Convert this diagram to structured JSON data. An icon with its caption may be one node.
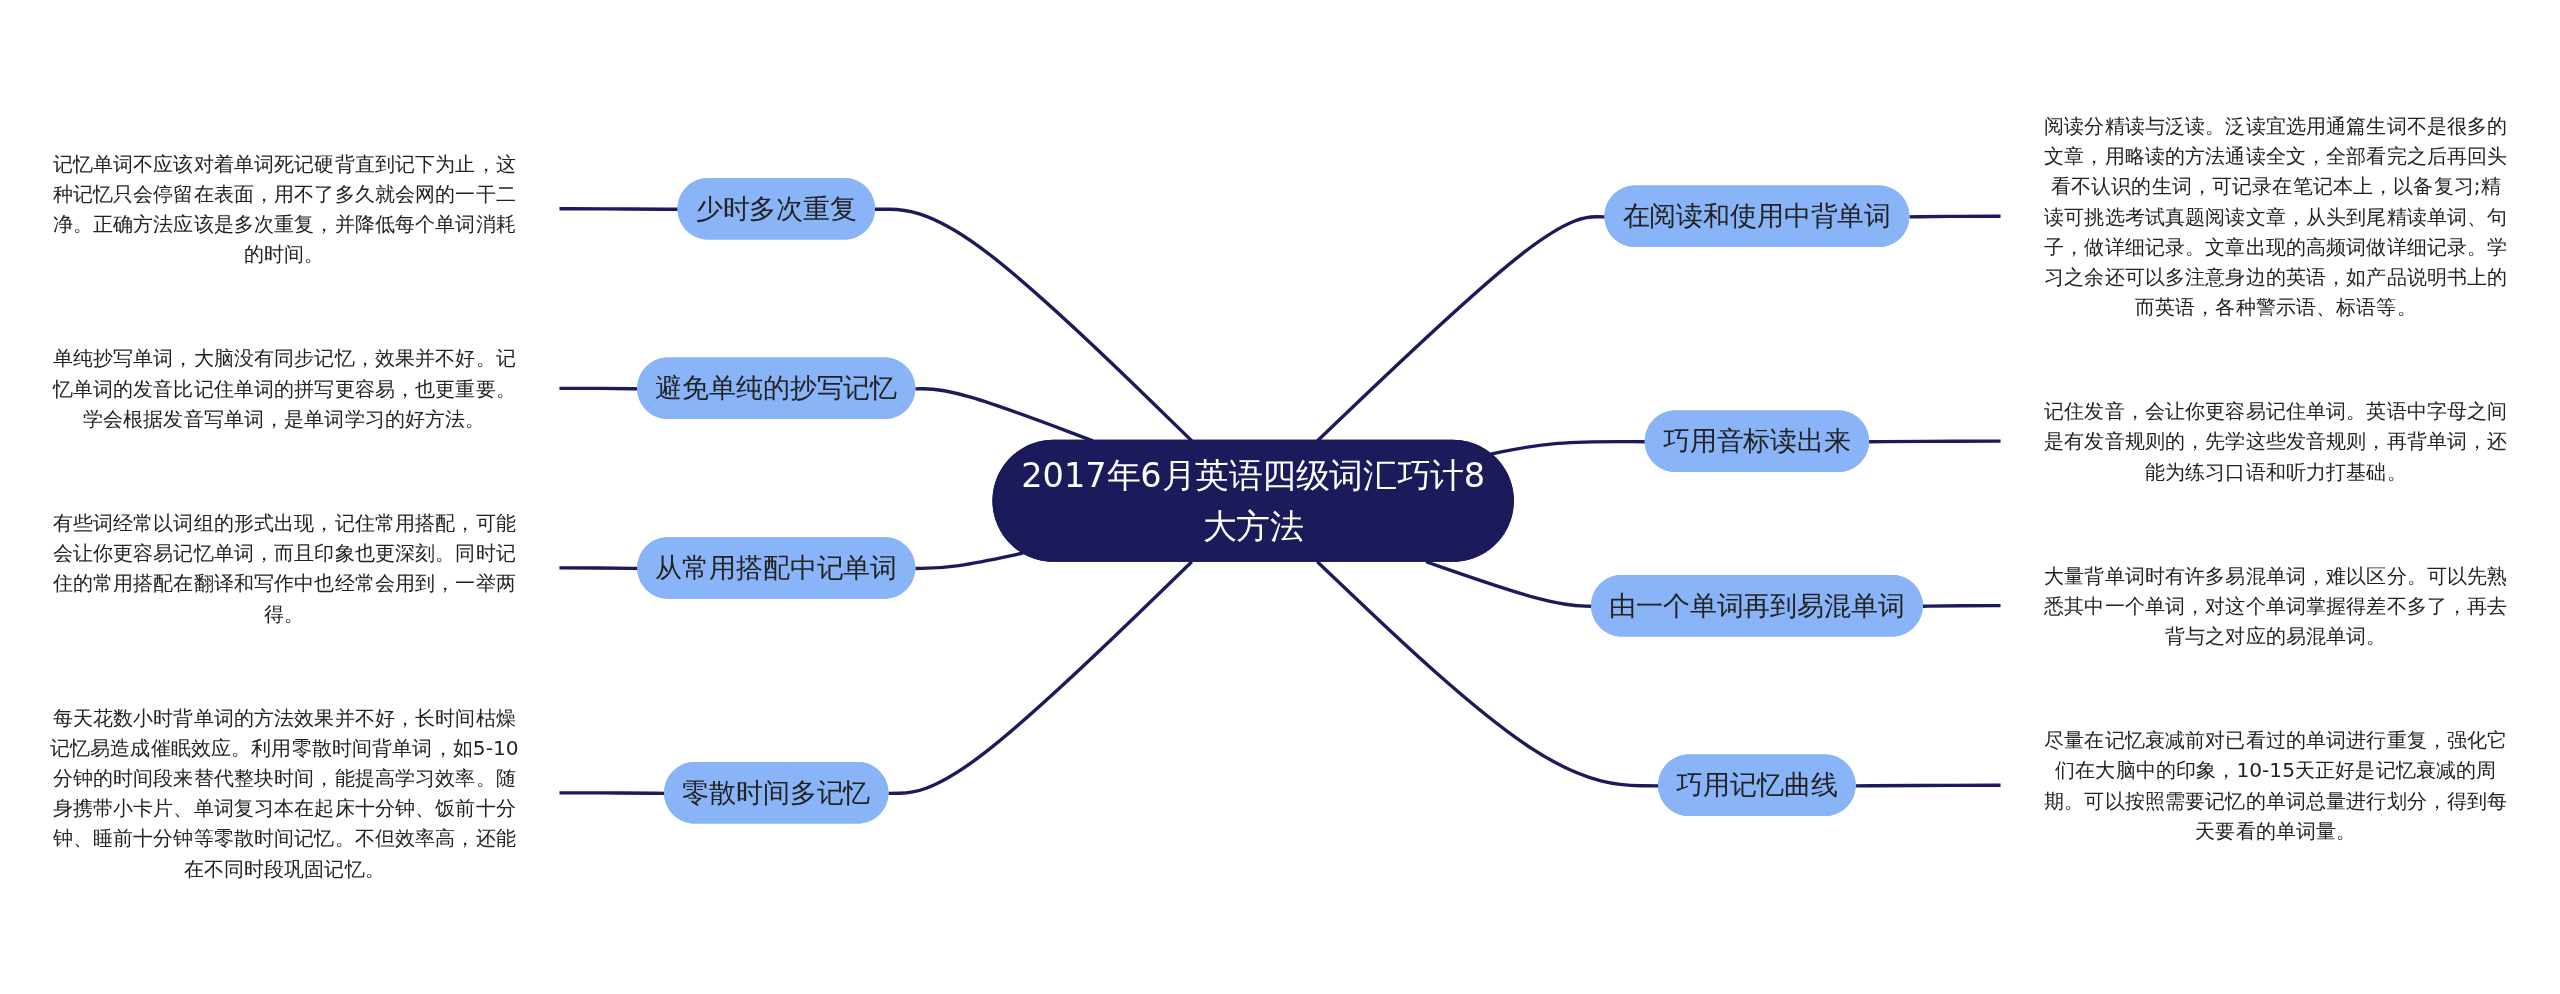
{
  "diagram": {
    "nodes": [
      {
        "text": [
          "2017年6月英语四级词汇巧计8大方法"
        ]
      },
      {
        "text": [
          "少时多次重复"
        ]
      },
      {
        "text": [
          "记忆单词不应该对着单词死记硬背直到记下为止，这种记忆只会停留在表面，用不了多久就会网的一干二净。正确方法应该是多次重复，并降低每个单词消耗的时间。"
        ]
      },
      {
        "text": [
          "避免单纯的抄写记忆"
        ]
      },
      {
        "text": [
          "单纯抄写单词，大脑没有同步记忆，效果并不好。记忆单词的发音比记住单词的拼写更容易，也更重要。学会根据发音写单词，是单词学习的好方法。"
        ]
      },
      {
        "text": [
          "从常用搭配中记单词"
        ]
      },
      {
        "text": [
          "有些词经常以词组的形式出现，记住常用搭配，可能会让你更容易记忆单词，而且印象也更深刻。同时记住的常用搭配在翻译和写作中也经常会用到，一举两得。"
        ]
      },
      {
        "text": [
          "零散时间多记忆"
        ]
      },
      {
        "text": [
          "每天花数小时背单词的方法效果并不好，长时间枯燥记忆易造成催眠效应。利用零散时间背单词，如5-10分钟的时间段来替代整块时间，能提高学习效率。随身携带小卡片、单词复习本在起床十分钟、饭前十分钟、睡前十分钟等零散时间记忆。不但效率高，还能在不同时段巩固记忆。"
        ]
      },
      {
        "text": [
          "在阅读和使用中背单词"
        ]
      },
      {
        "text": [
          "阅读分精读与泛读。泛读宜选用通篇生词不是很多的文章，用略读的方法通读全文，全部看完之后再回头看不认识的生词，可记录在笔记本上，以备复习;精读可挑选考试真题阅读文章，从头到尾精读单词、句子，做详细记录。文章出现的高频词做详细记录。学习之余还可以多注意身边的英语，如产品说明书上的而英语，各种警示语、标语等。"
        ]
      },
      {
        "text": [
          "巧用音标读出来"
        ]
      },
      {
        "text": [
          "记住发音，会让你更容易记住单词。英语中字母之间是有发音规则的，先学这些发音规则，再背单词，还能为练习口语和听力打基础。"
        ]
      },
      {
        "text": [
          "由一个单词再到易混单词"
        ]
      },
      {
        "text": [
          "大量背单词时有许多易混单词，难以区分。可以先熟悉其中一个单词，对这个单词掌握得差不多了，再去背与之对应的易混单词。"
        ]
      },
      {
        "text": [
          "巧用记忆曲线"
        ]
      },
      {
        "text": [
          "尽量在记忆衰减前对已看过的单词进行重复，强化它们在大脑中的印象，10-15天正好是记忆衰减的周期。可以按照需要记忆的单词总量进行划分，得到每天要看的单词量。"
        ]
      }
    ],
    "edges": [
      {
        "from": 0,
        "to": 1,
        "arrow": "none"
      },
      {
        "from": 1,
        "to": 2,
        "arrow": "none"
      },
      {
        "from": 0,
        "to": 3,
        "arrow": "none"
      },
      {
        "from": 3,
        "to": 4,
        "arrow": "none"
      },
      {
        "from": 0,
        "to": 5,
        "arrow": "none"
      },
      {
        "from": 5,
        "to": 6,
        "arrow": "none"
      },
      {
        "from": 0,
        "to": 7,
        "arrow": "none"
      },
      {
        "from": 7,
        "to": 8,
        "arrow": "none"
      },
      {
        "from": 0,
        "to": 9,
        "arrow": "none"
      },
      {
        "from": 9,
        "to": 10,
        "arrow": "none"
      },
      {
        "from": 0,
        "to": 11,
        "arrow": "none"
      },
      {
        "from": 11,
        "to": 12,
        "arrow": "none"
      },
      {
        "from": 0,
        "to": 13,
        "arrow": "none"
      },
      {
        "from": 13,
        "to": 14,
        "arrow": "none"
      },
      {
        "from": 0,
        "to": 15,
        "arrow": "none"
      },
      {
        "from": 15,
        "to": 16,
        "arrow": "none"
      }
    ]
  }
}
